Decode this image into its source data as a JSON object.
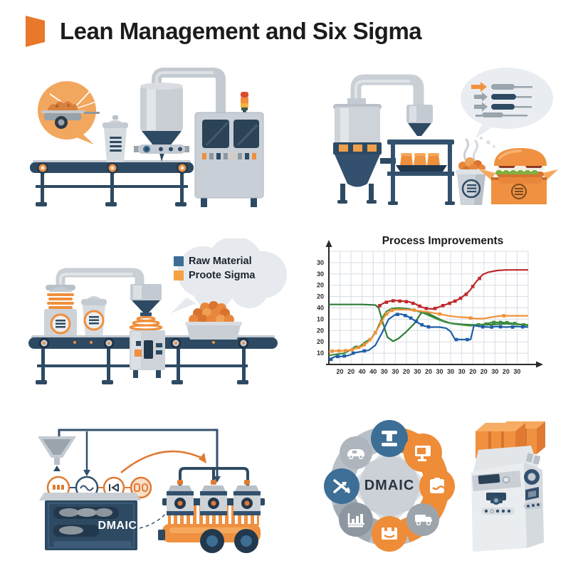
{
  "header": {
    "title": "Lean Management and Six Sigma",
    "accent_color": "#E8782A"
  },
  "legend_bubble": {
    "items": [
      {
        "label": "Raw Material",
        "color": "#3D6E94"
      },
      {
        "label": "Proote Sigma",
        "color": "#F5A243"
      }
    ]
  },
  "dmaic_flow": {
    "label": "DMAIC"
  },
  "dmaic_cycle": {
    "label": "DMAIC",
    "node_icons": [
      "stamp-press",
      "monitor",
      "clipboard",
      "truck",
      "crate",
      "bar-chart-cart",
      "shuffle-arrows",
      "car"
    ],
    "ring_colors": {
      "base": "#B9C0C7",
      "highlight": "#EE8C38"
    }
  },
  "chart_data": {
    "type": "line",
    "title": "Process Improvements",
    "xlabel": "",
    "ylabel": "",
    "grid": true,
    "x_range": [
      0,
      18
    ],
    "y_range": [
      0,
      10
    ],
    "x_tick_labels": [
      "20",
      "20",
      "40",
      "40",
      "30",
      "30",
      "20",
      "30",
      "20",
      "30",
      "30",
      "30",
      "20",
      "20",
      "30",
      "20",
      "30"
    ],
    "y_tick_labels": [
      "30",
      "30",
      "20",
      "20",
      "40",
      "10",
      "20",
      "20",
      "10"
    ],
    "y_tick_values": [
      9,
      8,
      7,
      6,
      5,
      4,
      3,
      2,
      1
    ],
    "series": [
      {
        "name": "green-flat-line",
        "color": "#2F7D36",
        "points": [
          [
            0,
            5.3
          ],
          [
            1.5,
            5.3
          ],
          [
            3,
            5.3
          ],
          [
            4.2,
            5.25
          ],
          [
            4.5,
            5.0
          ],
          [
            4.9,
            3.6
          ],
          [
            5.3,
            2.4
          ],
          [
            5.8,
            2.05
          ],
          [
            6.3,
            2.3
          ],
          [
            7,
            2.9
          ],
          [
            7.7,
            3.6
          ],
          [
            8.3,
            4.5
          ],
          [
            8.6,
            4.65
          ],
          [
            9,
            4.5
          ],
          [
            9.6,
            4.2
          ],
          [
            10.2,
            3.9
          ],
          [
            11,
            3.65
          ],
          [
            12,
            3.55
          ],
          [
            13,
            3.5
          ],
          [
            14,
            3.5
          ],
          [
            15,
            3.55
          ],
          [
            16,
            3.6
          ],
          [
            17,
            3.55
          ],
          [
            18,
            3.5
          ]
        ],
        "marker_points": []
      },
      {
        "name": "green-rise-line",
        "color": "#3E8E41",
        "points": [
          [
            0,
            0.8
          ],
          [
            0.7,
            0.9
          ],
          [
            1.4,
            1.0
          ],
          [
            2,
            1.3
          ],
          [
            2.4,
            1.6
          ],
          [
            2.8,
            1.6
          ],
          [
            3.3,
            2.0
          ],
          [
            3.8,
            2.25
          ],
          [
            4.3,
            3.0
          ],
          [
            4.8,
            4.1
          ],
          [
            5.2,
            4.7
          ],
          [
            5.7,
            4.95
          ],
          [
            6.3,
            5.0
          ],
          [
            7,
            4.95
          ],
          [
            7.7,
            4.8
          ],
          [
            8.4,
            4.6
          ],
          [
            9.1,
            4.3
          ],
          [
            9.8,
            4.0
          ],
          [
            10.5,
            3.75
          ],
          [
            11.2,
            3.6
          ],
          [
            12,
            3.5
          ],
          [
            12.8,
            3.42
          ],
          [
            13.4,
            3.5
          ],
          [
            14,
            3.55
          ],
          [
            14.7,
            3.72
          ],
          [
            15.4,
            3.72
          ],
          [
            16.1,
            3.7
          ],
          [
            16.9,
            3.6
          ],
          [
            18,
            3.45
          ]
        ],
        "marker_points": [
          [
            13.5,
            3.5
          ],
          [
            14.2,
            3.58
          ],
          [
            14.9,
            3.72
          ],
          [
            15.5,
            3.72
          ],
          [
            16.1,
            3.7
          ],
          [
            16.8,
            3.62
          ],
          [
            17.6,
            3.5
          ]
        ]
      },
      {
        "name": "orange-line",
        "color": "#F09238",
        "points": [
          [
            0,
            1.1
          ],
          [
            0.6,
            1.2
          ],
          [
            1.2,
            1.2
          ],
          [
            1.8,
            1.25
          ],
          [
            2.4,
            1.4
          ],
          [
            3,
            1.6
          ],
          [
            3.5,
            1.95
          ],
          [
            4,
            2.5
          ],
          [
            4.5,
            3.3
          ],
          [
            5,
            4.2
          ],
          [
            5.5,
            4.7
          ],
          [
            6,
            4.85
          ],
          [
            6.8,
            4.85
          ],
          [
            7.6,
            4.8
          ],
          [
            8.4,
            4.7
          ],
          [
            9.2,
            4.6
          ],
          [
            10,
            4.45
          ],
          [
            10.8,
            4.3
          ],
          [
            11.6,
            4.2
          ],
          [
            12.4,
            4.15
          ],
          [
            13.2,
            4.05
          ],
          [
            14,
            4.05
          ],
          [
            14.8,
            4.2
          ],
          [
            15.6,
            4.3
          ],
          [
            16.4,
            4.3
          ],
          [
            17.2,
            4.3
          ],
          [
            18,
            4.3
          ]
        ],
        "marker_points": [
          [
            0.3,
            1.18
          ],
          [
            0.9,
            1.2
          ],
          [
            1.5,
            1.22
          ],
          [
            2.1,
            1.3
          ],
          [
            2.7,
            1.5
          ],
          [
            3.2,
            1.75
          ],
          [
            3.7,
            2.2
          ],
          [
            4.2,
            2.8
          ],
          [
            4.7,
            3.7
          ],
          [
            5.2,
            4.45
          ],
          [
            5.7,
            4.78
          ],
          [
            7.7,
            4.8
          ],
          [
            10,
            4.45
          ],
          [
            12.8,
            4.1
          ],
          [
            15.8,
            4.3
          ]
        ]
      },
      {
        "name": "blue-line",
        "color": "#1F5EA8",
        "points": [
          [
            0,
            0.45
          ],
          [
            0.6,
            0.7
          ],
          [
            1.2,
            0.72
          ],
          [
            1.8,
            0.8
          ],
          [
            2.4,
            1.05
          ],
          [
            3,
            1.15
          ],
          [
            3.6,
            1.25
          ],
          [
            4.2,
            1.7
          ],
          [
            4.8,
            2.8
          ],
          [
            5.4,
            4.0
          ],
          [
            6,
            4.4
          ],
          [
            6.5,
            4.45
          ],
          [
            7,
            4.3
          ],
          [
            7.4,
            4.1
          ],
          [
            7.8,
            3.85
          ],
          [
            8.2,
            3.6
          ],
          [
            8.6,
            3.4
          ],
          [
            9.2,
            3.3
          ],
          [
            10,
            3.3
          ],
          [
            10.6,
            3.2
          ],
          [
            11,
            2.9
          ],
          [
            11.4,
            2.2
          ],
          [
            12.8,
            2.2
          ],
          [
            13.1,
            3.45
          ],
          [
            13.6,
            3.35
          ],
          [
            14.4,
            3.3
          ],
          [
            15.2,
            3.35
          ],
          [
            16,
            3.3
          ],
          [
            17,
            3.35
          ],
          [
            18,
            3.3
          ]
        ],
        "marker_points": [
          [
            0.2,
            0.45
          ],
          [
            0.8,
            0.7
          ],
          [
            1.4,
            0.75
          ],
          [
            2.2,
            1.0
          ],
          [
            3.2,
            1.2
          ],
          [
            6.2,
            4.42
          ],
          [
            6.9,
            4.32
          ],
          [
            7.4,
            4.1
          ],
          [
            7.9,
            3.8
          ],
          [
            8.4,
            3.5
          ],
          [
            9,
            3.32
          ],
          [
            11.5,
            2.2
          ],
          [
            12.5,
            2.2
          ],
          [
            13.9,
            3.32
          ],
          [
            14.7,
            3.3
          ],
          [
            15.5,
            3.33
          ],
          [
            16.6,
            3.3
          ],
          [
            17.5,
            3.32
          ]
        ]
      },
      {
        "name": "red-line",
        "color": "#BE2A2C",
        "points": [
          [
            4.4,
            5.1
          ],
          [
            5,
            5.45
          ],
          [
            5.5,
            5.6
          ],
          [
            6,
            5.65
          ],
          [
            6.6,
            5.6
          ],
          [
            7.2,
            5.55
          ],
          [
            7.8,
            5.35
          ],
          [
            8.3,
            5.1
          ],
          [
            8.8,
            4.95
          ],
          [
            9.4,
            4.9
          ],
          [
            10,
            5.1
          ],
          [
            10.6,
            5.3
          ],
          [
            11.1,
            5.5
          ],
          [
            11.6,
            5.7
          ],
          [
            12.1,
            6.0
          ],
          [
            12.7,
            6.5
          ],
          [
            13.3,
            7.3
          ],
          [
            13.9,
            7.95
          ],
          [
            14.4,
            8.15
          ],
          [
            15.2,
            8.3
          ],
          [
            16,
            8.35
          ],
          [
            17,
            8.35
          ],
          [
            18,
            8.35
          ]
        ],
        "marker_points": [
          [
            4.6,
            5.2
          ],
          [
            5.2,
            5.5
          ],
          [
            5.8,
            5.62
          ],
          [
            6.4,
            5.6
          ],
          [
            7,
            5.55
          ],
          [
            7.6,
            5.4
          ],
          [
            8.2,
            5.15
          ],
          [
            8.8,
            4.95
          ],
          [
            9.6,
            4.95
          ],
          [
            10.3,
            5.2
          ],
          [
            10.9,
            5.4
          ],
          [
            11.4,
            5.6
          ],
          [
            11.9,
            5.85
          ],
          [
            12.4,
            6.2
          ],
          [
            13,
            6.9
          ],
          [
            13.6,
            7.6
          ]
        ]
      }
    ],
    "legend_position": "none"
  }
}
